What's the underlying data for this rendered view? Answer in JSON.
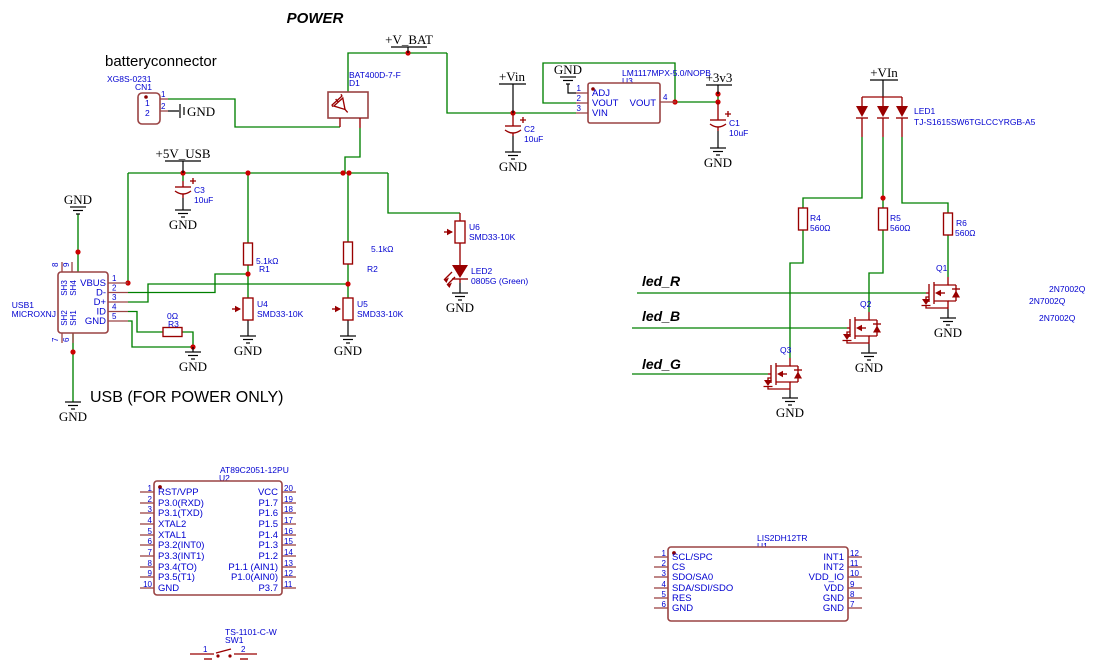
{
  "titles": {
    "power": "POWER",
    "battery_connector": "batteryconnector",
    "usb_power_only": "USB (FOR POWER ONLY)"
  },
  "nets": {
    "v_bat": "+V_BAT",
    "vin": "+Vin",
    "v5_usb": "+5V_USB",
    "v3v3": "+3v3",
    "vin_led": "+VIn",
    "gnd": "GND",
    "led_r": "led_R",
    "led_b": "led_B",
    "led_g": "led_G"
  },
  "colors": {
    "wire": "#008000",
    "component": "#990000",
    "chip_outline": "#9a4343",
    "label_blue": "#0000d0",
    "junction": "#cc0000"
  },
  "components": {
    "cn1": {
      "part": "XG8S-0231",
      "ref": "CN1",
      "pin1": "1",
      "pin2": "2",
      "in1": "1",
      "in2": "2"
    },
    "d1": {
      "part": "BAT400D-7-F",
      "ref": "D1"
    },
    "u3": {
      "part": "LM1117MPX-5.0/NOPB",
      "ref": "U3",
      "p1n": "1",
      "p1": "ADJ",
      "p2n": "2",
      "p2": "VOUT",
      "p3n": "3",
      "p3": "VIN",
      "p4n": "4",
      "p4": "VOUT"
    },
    "c1": {
      "ref": "C1",
      "value": "10uF"
    },
    "c2": {
      "ref": "C2",
      "value": "10uF"
    },
    "c3": {
      "ref": "C3",
      "value": "10uF"
    },
    "r1": {
      "ref": "R1",
      "value": "5.1kΩ"
    },
    "r2": {
      "ref": "R2",
      "value": "5.1kΩ"
    },
    "r3": {
      "ref": "R3",
      "value": "0Ω"
    },
    "r4": {
      "ref": "R4",
      "value": "560Ω"
    },
    "r5": {
      "ref": "R5",
      "value": "560Ω"
    },
    "r6": {
      "ref": "R6",
      "value": "560Ω"
    },
    "u4": {
      "ref": "U4",
      "part": "SMD33-10K"
    },
    "u5": {
      "ref": "U5",
      "part": "SMD33-10K"
    },
    "u6": {
      "ref": "U6",
      "part": "SMD33-10K"
    },
    "led1": {
      "ref": "LED1",
      "part": "TJ-S1615SW6TGLCCYRGB-A5"
    },
    "led2": {
      "ref": "LED2",
      "part": "0805G (Green)"
    },
    "q1": {
      "ref": "Q1",
      "part": "2N7002Q"
    },
    "q2": {
      "ref": "Q2",
      "part": "2N7002Q"
    },
    "q3": {
      "ref": "Q3",
      "part": "2N7002Q"
    },
    "usb1": {
      "ref": "USB1",
      "part": "MICROXNJ",
      "pins": [
        {
          "num": "1",
          "label": "VBUS"
        },
        {
          "num": "2",
          "label": "D-"
        },
        {
          "num": "3",
          "label": "D+"
        },
        {
          "num": "4",
          "label": "ID"
        },
        {
          "num": "5",
          "label": "GND"
        }
      ],
      "sh_top": [
        {
          "num": "8",
          "label": "SH3"
        },
        {
          "num": "9",
          "label": "SH4"
        }
      ],
      "sh_bot": [
        {
          "num": "7",
          "label": "SH2"
        },
        {
          "num": "6",
          "label": "SH1"
        }
      ]
    },
    "u2": {
      "part": "AT89C2051-12PU",
      "ref": "U2",
      "left": [
        {
          "num": "1",
          "label": "RST/VPP"
        },
        {
          "num": "2",
          "label": "P3.0(RXD)"
        },
        {
          "num": "3",
          "label": "P3.1(TXD)"
        },
        {
          "num": "4",
          "label": "XTAL2"
        },
        {
          "num": "5",
          "label": "XTAL1"
        },
        {
          "num": "6",
          "label": "P3.2(INT0)"
        },
        {
          "num": "7",
          "label": "P3.3(INT1)"
        },
        {
          "num": "8",
          "label": "P3.4(TO)"
        },
        {
          "num": "9",
          "label": "P3.5(T1)"
        },
        {
          "num": "10",
          "label": "GND"
        }
      ],
      "right": [
        {
          "num": "20",
          "label": "VCC"
        },
        {
          "num": "19",
          "label": "P1.7"
        },
        {
          "num": "18",
          "label": "P1.6"
        },
        {
          "num": "17",
          "label": "P1.5"
        },
        {
          "num": "16",
          "label": "P1.4"
        },
        {
          "num": "15",
          "label": "P1.3"
        },
        {
          "num": "14",
          "label": "P1.2"
        },
        {
          "num": "13",
          "label": "P1.1 (AIN1)"
        },
        {
          "num": "12",
          "label": "P1.0(AIN0)"
        },
        {
          "num": "11",
          "label": "P3.7"
        }
      ]
    },
    "u1": {
      "part": "LIS2DH12TR",
      "ref": "U1",
      "left": [
        {
          "num": "1",
          "label": "SCL/SPC"
        },
        {
          "num": "2",
          "label": "CS"
        },
        {
          "num": "3",
          "label": "SDO/SA0"
        },
        {
          "num": "4",
          "label": "SDA/SDI/SDO"
        },
        {
          "num": "5",
          "label": "RES"
        },
        {
          "num": "6",
          "label": "GND"
        }
      ],
      "right": [
        {
          "num": "12",
          "label": "INT1"
        },
        {
          "num": "11",
          "label": "INT2"
        },
        {
          "num": "10",
          "label": "VDD_IO"
        },
        {
          "num": "9",
          "label": "VDD"
        },
        {
          "num": "8",
          "label": "GND"
        },
        {
          "num": "7",
          "label": "GND"
        }
      ]
    },
    "sw1": {
      "part": "TS-1101-C-W",
      "ref": "SW1",
      "pin1": "1",
      "pin2": "2"
    }
  }
}
